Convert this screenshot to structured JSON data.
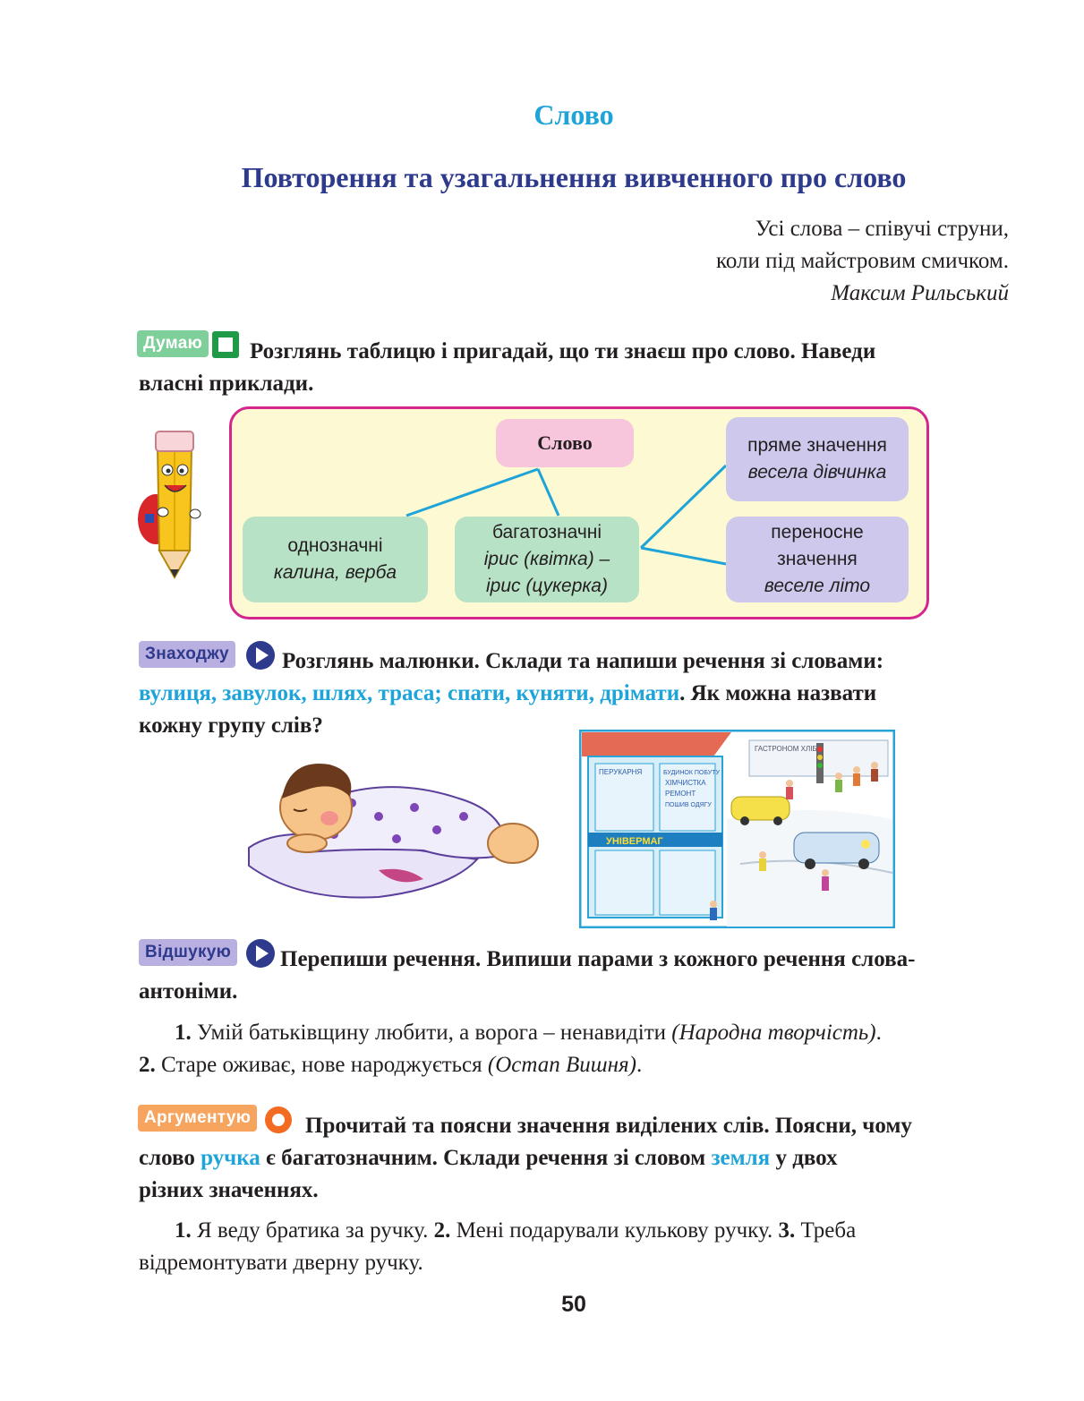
{
  "section_title": "Слово",
  "main_title": "Повторення та узагальнення вивченного про слово",
  "epigraph": {
    "line1": "Усі слова – співучі струни,",
    "line2": "коли під майстровим смичком.",
    "author": "Максим Рильський"
  },
  "task1": {
    "badge": "Думаю",
    "text_line1": "Розглянь таблицю і пригадай, що ти знаєш про слово. Наведи",
    "text_line2": "власні приклади."
  },
  "diagram": {
    "root": "Слово",
    "single": {
      "title": "однозначні",
      "example": "калина, верба"
    },
    "multi": {
      "title": "багатозначні",
      "example1": "ірис (квітка) –",
      "example2": "ірис (цукерка)"
    },
    "direct": {
      "title": "пряме значення",
      "example": "весела дівчинка"
    },
    "figurative": {
      "title1": "переносне",
      "title2": "значення",
      "example": "веселе літо"
    }
  },
  "task2": {
    "badge": "Знаходжу",
    "text_start": "Розглянь малюнки. Склади та напиши речення зі словами:",
    "highlight_words": "вулиця, завулок, шлях, траса; спати, куняти, дрімати",
    "text_after": ". Як можна назвати",
    "text_end": "кожну групу слів?"
  },
  "illustration": {
    "shop_sign1": "ГАСТРОНОМ  ХЛІБ",
    "shop_sign2": "УНІВЕРМАГ",
    "shop_board1": "ПЕРУКАРНЯ",
    "shop_board2": "БУДИНОК ПОБУТУ",
    "shop_board3": "ХІМЧИСТКА",
    "shop_board4": "РЕМОНТ",
    "shop_board5": "ПОШИВ ОДЯГУ"
  },
  "task3": {
    "badge": "Відшукую",
    "text_line1": "Перепиши речення. Випиши парами з кожного речення слова-",
    "text_line2": "антоніми.",
    "s1_num": "1.",
    "s1_text": " Умій батьківщину любити, а ворога – ненавидіти ",
    "s1_src": "(Народна творчість)",
    "s2_num": "2.",
    "s2_text": " Старе оживає, нове народжується ",
    "s2_src": "(Остап Вишня)"
  },
  "task4": {
    "badge": "Аргументую",
    "text_a": "Прочитай та поясни значення виділених слів. Поясни, чому",
    "text_b": "слово ",
    "word1": "ручка",
    "text_c": " є багатозначним. Склади речення зі словом ",
    "word2": "земля",
    "text_d": " у двох",
    "text_e": "різних значеннях.",
    "s1_num": "1.",
    "s1_text": " Я веду братика за ручку. ",
    "s2_num": "2.",
    "s2_text": " Мені подарували кулькову ручку. ",
    "s3_num": "3.",
    "s3_text": " Треба",
    "s3_text2": "відремонтувати дверну ручку."
  },
  "page_number": "50",
  "colors": {
    "title_blue": "#1ea4d8",
    "title_navy": "#2e3a8c",
    "frame_magenta": "#d4268d",
    "badge_green": "#7ecf9a",
    "badge_purple": "#b9afe0",
    "badge_orange": "#f7a55e"
  }
}
